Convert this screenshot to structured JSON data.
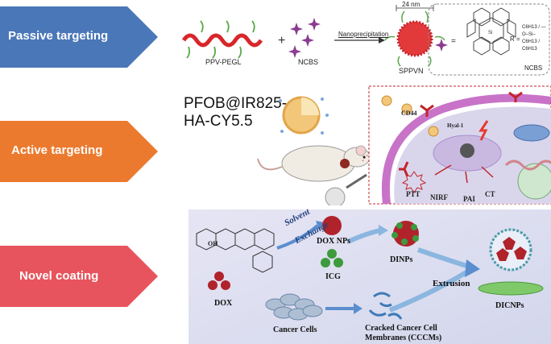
{
  "rows": [
    {
      "label": "Passive targeting",
      "color": "#4a77b8"
    },
    {
      "label": "Active targeting",
      "color": "#ec7a2e"
    },
    {
      "label": "Novel coating",
      "color": "#e8545d"
    }
  ],
  "passive": {
    "polymer_label": "PPV-PEGL",
    "plus": "+",
    "ncbs_label": "NCBS",
    "arrow_label": "Nanoprecipitation",
    "size_label": "24 nm",
    "np_label": "SPPVN",
    "equals": "=",
    "r_label": "R =",
    "r_formula": "C6H13 / —O–Si–C6H13 / C6H13",
    "struct_label": "NCBS"
  },
  "active": {
    "title_line1": "PFOB@IR825-",
    "title_line2": "HA-CY5.5",
    "cd44": "CD44",
    "hyal": "Hyal-1",
    "ptt": "PTT",
    "nirf": "NIRF",
    "pai": "PAI",
    "ct": "CT"
  },
  "coating": {
    "dox": "DOX",
    "solvent_exchange_1": "Solvent",
    "solvent_exchange_2": "Exchange",
    "dox_nps": "DOX NPs",
    "icg": "ICG",
    "dinps": "DINPs",
    "extrusion": "Extrusion",
    "dicnps": "DICNPs",
    "cancer_cells": "Cancer Cells",
    "cccm_1": "Cracked Cancer Cell",
    "cccm_2": "Membranes (CCCMs)"
  }
}
